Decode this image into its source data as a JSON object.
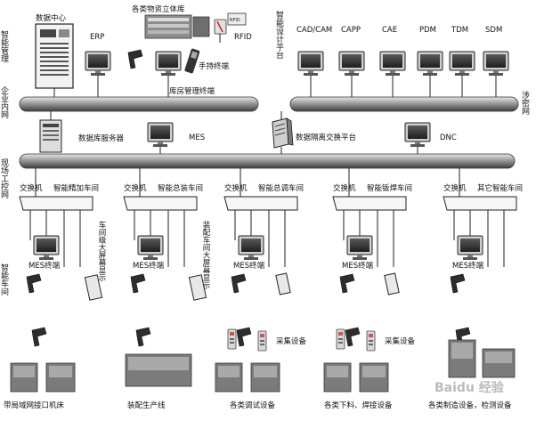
{
  "side_labels": {
    "smart_mgmt": "智能管理",
    "enterprise_net": "企业内网",
    "field_ctrl": "现场工控网",
    "smart_workshop": "智能车间",
    "smart_design": "智能设计平台",
    "classified_net": "涉密网"
  },
  "top": {
    "data_center": "数据中心",
    "erp": "ERP",
    "warehouse": "各类物资立体库",
    "rfid": "RFID",
    "handheld": "手持终端",
    "warehouse_terminal": "库房管理终端"
  },
  "design_systems": [
    "CAD/CAM",
    "CAPP",
    "CAE",
    "PDM",
    "TDM",
    "SDM"
  ],
  "middle": {
    "db_server": "数据库服务器",
    "mes": "MES",
    "isolation": "数据隔离交换平台",
    "dnc": "DNC"
  },
  "workshops": [
    {
      "switch": "交换机",
      "name": "智能精加车间",
      "terminal": "MES终端",
      "screen": "车间级大屏幕显示",
      "bottom": "带局域网接口机床"
    },
    {
      "switch": "交换机",
      "name": "智能总装车间",
      "terminal": "MES终端",
      "screen": "装配车间大屏幕显示",
      "bottom": "装配生产线"
    },
    {
      "switch": "交换机",
      "name": "智能总调车间",
      "terminal": "MES终端",
      "collect": "采集设备",
      "bottom": "各类调试设备"
    },
    {
      "switch": "交换机",
      "name": "智能钣焊车间",
      "terminal": "MES终端",
      "collect": "采集设备",
      "bottom": "各类下料、焊接设备"
    },
    {
      "switch": "交换机",
      "name": "其它智能车间",
      "terminal": "MES终端",
      "bottom": "各类制造设备，检测设备"
    }
  ],
  "watermark": "Baidu 经验"
}
